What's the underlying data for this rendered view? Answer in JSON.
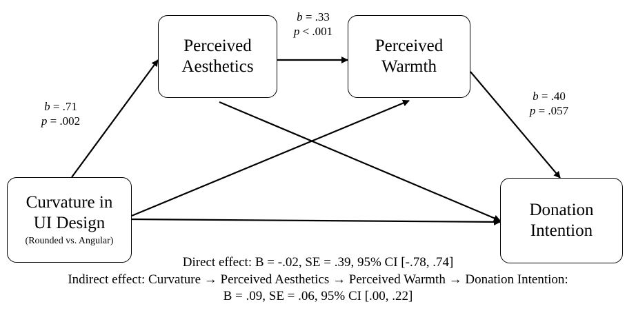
{
  "nodes": {
    "aesthetics": {
      "line1": "Perceived",
      "line2": "Aesthetics"
    },
    "warmth": {
      "line1": "Perceived",
      "line2": "Warmth"
    },
    "curvature": {
      "line1": "Curvature in",
      "line2": "UI Design",
      "note": "(Rounded vs. Angular)"
    },
    "donation": {
      "line1": "Donation",
      "line2": "Intention"
    }
  },
  "paths": {
    "curvature_to_aesthetics": {
      "b_label": "b",
      "b_value": " = .71",
      "p_label": "p",
      "p_value": " = .002"
    },
    "aesthetics_to_warmth": {
      "b_label": "b",
      "b_value": " = .33",
      "p_label": "p",
      "p_value": " < .001"
    },
    "warmth_to_donation": {
      "b_label": "b",
      "b_value": " = .40",
      "p_label": "p",
      "p_value": " = .057"
    }
  },
  "footer": {
    "direct": "Direct effect: B = -.02, SE = .39, 95% CI [-.78, .74]",
    "indirect_part1": "Indirect effect: Curvature",
    "indirect_part2": "Perceived Aesthetics",
    "indirect_part3": "Perceived Warmth",
    "indirect_part4": "Donation Intention:",
    "arrow_glyph": "→",
    "indirect_stats": "B = .09, SE = .06, 95% CI [.00, .22]"
  }
}
